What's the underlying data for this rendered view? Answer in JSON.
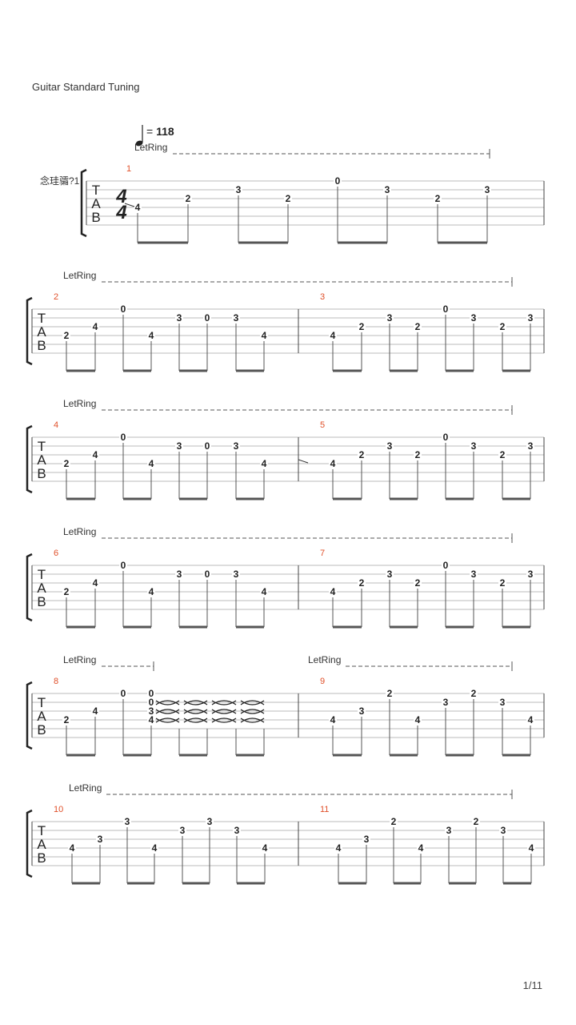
{
  "header": {
    "tuning": "Guitar Standard Tuning",
    "tempo_value": "118",
    "tempo_eq": "=",
    "track_name": "念珪骦?1",
    "time_signature": "4/4"
  },
  "footer": {
    "page": "1/11"
  },
  "letring_label": "LetRing",
  "tab_clef": [
    "T",
    "A",
    "B"
  ],
  "measures": [
    {
      "num": "1",
      "notes": [
        [
          "4",
          "4"
        ],
        [
          "2",
          "3"
        ],
        [
          "3",
          "2"
        ],
        [
          "2",
          "3"
        ],
        [
          "0",
          "1"
        ],
        [
          "3",
          "2"
        ],
        [
          "2",
          "3"
        ],
        [
          "3",
          "2"
        ]
      ]
    },
    {
      "num": "2",
      "notes": [
        [
          "2",
          "4"
        ],
        [
          "4",
          "3"
        ],
        [
          "0",
          "1"
        ],
        [
          "4",
          "4"
        ],
        [
          "3",
          "2"
        ],
        [
          "0",
          "2"
        ],
        [
          "3",
          "2"
        ],
        [
          "4",
          "4"
        ]
      ]
    },
    {
      "num": "3",
      "notes": [
        [
          "4",
          "4"
        ],
        [
          "2",
          "3"
        ],
        [
          "3",
          "2"
        ],
        [
          "2",
          "3"
        ],
        [
          "0",
          "1"
        ],
        [
          "3",
          "2"
        ],
        [
          "2",
          "3"
        ],
        [
          "3",
          "2"
        ]
      ]
    },
    {
      "num": "4",
      "notes": [
        [
          "2",
          "4"
        ],
        [
          "4",
          "3"
        ],
        [
          "0",
          "1"
        ],
        [
          "4",
          "4"
        ],
        [
          "3",
          "2"
        ],
        [
          "0",
          "2"
        ],
        [
          "3",
          "2"
        ],
        [
          "4",
          "4"
        ]
      ]
    },
    {
      "num": "5",
      "notes": [
        [
          "4",
          "4"
        ],
        [
          "2",
          "3"
        ],
        [
          "3",
          "2"
        ],
        [
          "2",
          "3"
        ],
        [
          "0",
          "1"
        ],
        [
          "3",
          "2"
        ],
        [
          "2",
          "3"
        ],
        [
          "3",
          "2"
        ]
      ]
    },
    {
      "num": "6",
      "notes": [
        [
          "2",
          "4"
        ],
        [
          "4",
          "3"
        ],
        [
          "0",
          "1"
        ],
        [
          "4",
          "4"
        ],
        [
          "3",
          "2"
        ],
        [
          "0",
          "2"
        ],
        [
          "3",
          "2"
        ],
        [
          "4",
          "4"
        ]
      ]
    },
    {
      "num": "7",
      "notes": [
        [
          "4",
          "4"
        ],
        [
          "2",
          "3"
        ],
        [
          "3",
          "2"
        ],
        [
          "2",
          "3"
        ],
        [
          "0",
          "1"
        ],
        [
          "3",
          "2"
        ],
        [
          "2",
          "3"
        ],
        [
          "3",
          "2"
        ]
      ]
    },
    {
      "num": "8",
      "notes": [
        [
          "2",
          "4"
        ],
        [
          "4",
          "3"
        ],
        [
          "0",
          "1"
        ]
      ],
      "chord": [
        "0",
        "0",
        "3",
        "4"
      ]
    },
    {
      "num": "9",
      "notes": [
        [
          "4",
          "4"
        ],
        [
          "3",
          "3"
        ],
        [
          "2",
          "1"
        ],
        [
          "4",
          "4"
        ],
        [
          "3",
          "2"
        ],
        [
          "2",
          "1"
        ],
        [
          "3",
          "2"
        ],
        [
          "4",
          "4"
        ]
      ]
    },
    {
      "num": "10",
      "notes": [
        [
          "4",
          "4"
        ],
        [
          "3",
          "3"
        ],
        [
          "3",
          "1"
        ],
        [
          "4",
          "4"
        ],
        [
          "3",
          "2"
        ],
        [
          "3",
          "1"
        ],
        [
          "3",
          "2"
        ],
        [
          "4",
          "4"
        ]
      ]
    },
    {
      "num": "11",
      "notes": [
        [
          "4",
          "4"
        ],
        [
          "3",
          "3"
        ],
        [
          "2",
          "1"
        ],
        [
          "4",
          "4"
        ],
        [
          "3",
          "2"
        ],
        [
          "2",
          "1"
        ],
        [
          "3",
          "2"
        ],
        [
          "4",
          "4"
        ]
      ]
    }
  ],
  "colors": {
    "measure_number": "#e0502a",
    "staff_line": "#bbbbbb",
    "beam": "#555555"
  }
}
